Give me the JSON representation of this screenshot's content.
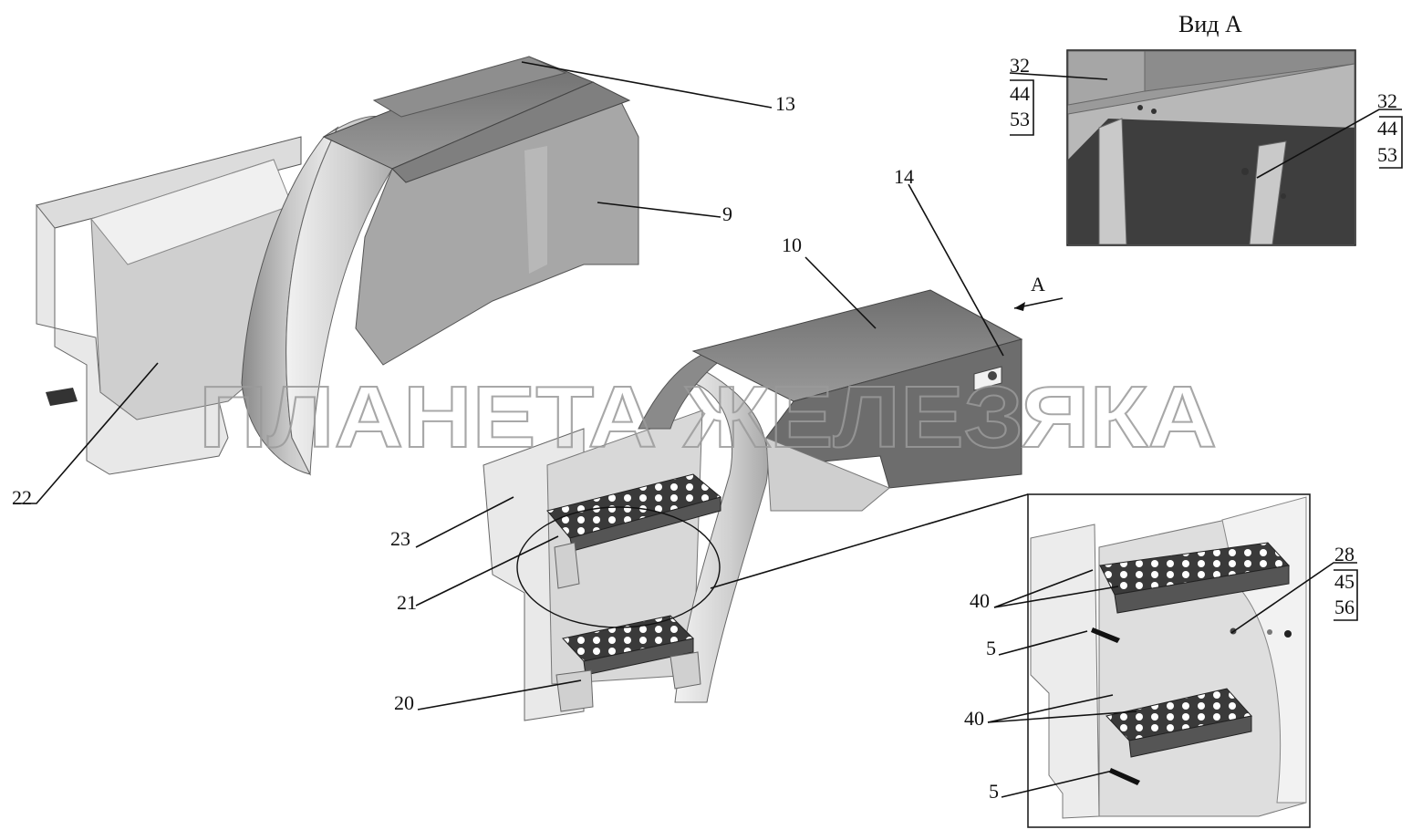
{
  "view_title": "Вид А",
  "arrow_label": "А",
  "watermark": "ПЛАНЕТА ЖЕЛЕЗЯКА",
  "callouts": {
    "c13": "13",
    "c9": "9",
    "c22": "22",
    "c14": "14",
    "c10": "10",
    "c23": "23",
    "c21": "21",
    "c20": "20",
    "stackA_top": "32",
    "stackA_mid": "44",
    "stackA_bot": "53",
    "stackB_top": "32",
    "stackB_mid": "44",
    "stackB_bot": "53",
    "stackC_top": "28",
    "stackC_mid": "45",
    "stackC_bot": "56",
    "c40a": "40",
    "c5a": "5",
    "c40b": "40",
    "c5b": "5"
  },
  "colors": {
    "dark_panel": "#7d7d7d",
    "mid_panel": "#b4b4b4",
    "light_panel": "#e6e6e6",
    "step": "#3a3a3a"
  }
}
